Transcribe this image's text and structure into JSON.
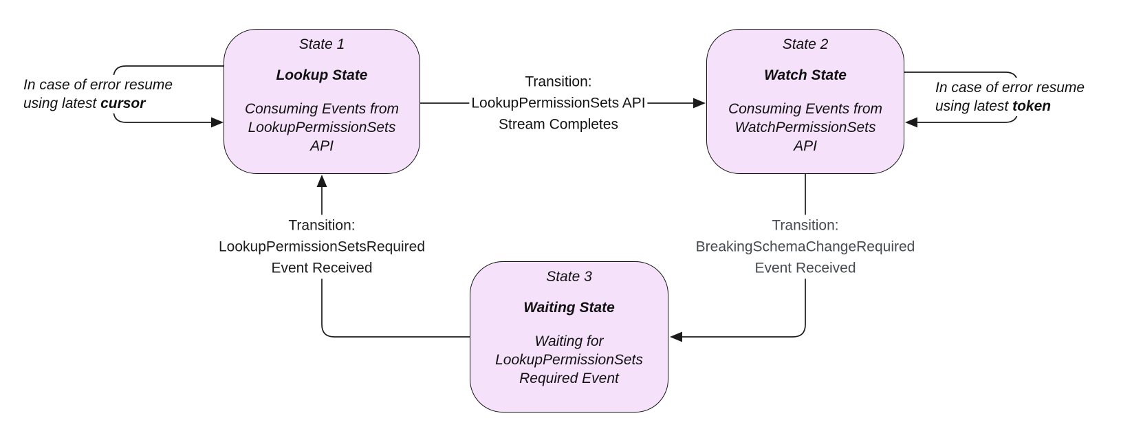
{
  "diagram": {
    "colors": {
      "box_fill": "#f6e1fa",
      "box_border": "#141414",
      "line": "#1a1a1a",
      "label_default": "#1d1d1d",
      "label_gray": "#474a52"
    },
    "states": [
      {
        "title": "State 1",
        "name": "Lookup State",
        "description": "Consuming Events from\nLookupPermissionSets\nAPI"
      },
      {
        "title": "State 2",
        "name": "Watch State",
        "description": "Consuming Events from\nWatchPermissionSets\nAPI"
      },
      {
        "title": "State 3",
        "name": "Waiting State",
        "description": "Waiting for\nLookupPermissionSets\nRequired Event"
      }
    ],
    "transitions": {
      "lookup_to_watch": {
        "line1": "Transition:",
        "line2": "LookupPermissionSets API",
        "line3": "Stream Completes"
      },
      "watch_to_waiting": {
        "line1": "Transition:",
        "line2": "BreakingSchemaChangeRequired",
        "line3": "Event Received"
      },
      "waiting_to_lookup": {
        "line1": "Transition:",
        "line2": "LookupPermissionSetsRequired",
        "line3": "Event Received"
      }
    },
    "error_loops": {
      "lookup": {
        "text_prefix": "In case of error resume\nusing latest ",
        "bold_word": "cursor"
      },
      "watch": {
        "text_prefix": "In case of error resume\nusing latest ",
        "bold_word": "token"
      }
    }
  }
}
